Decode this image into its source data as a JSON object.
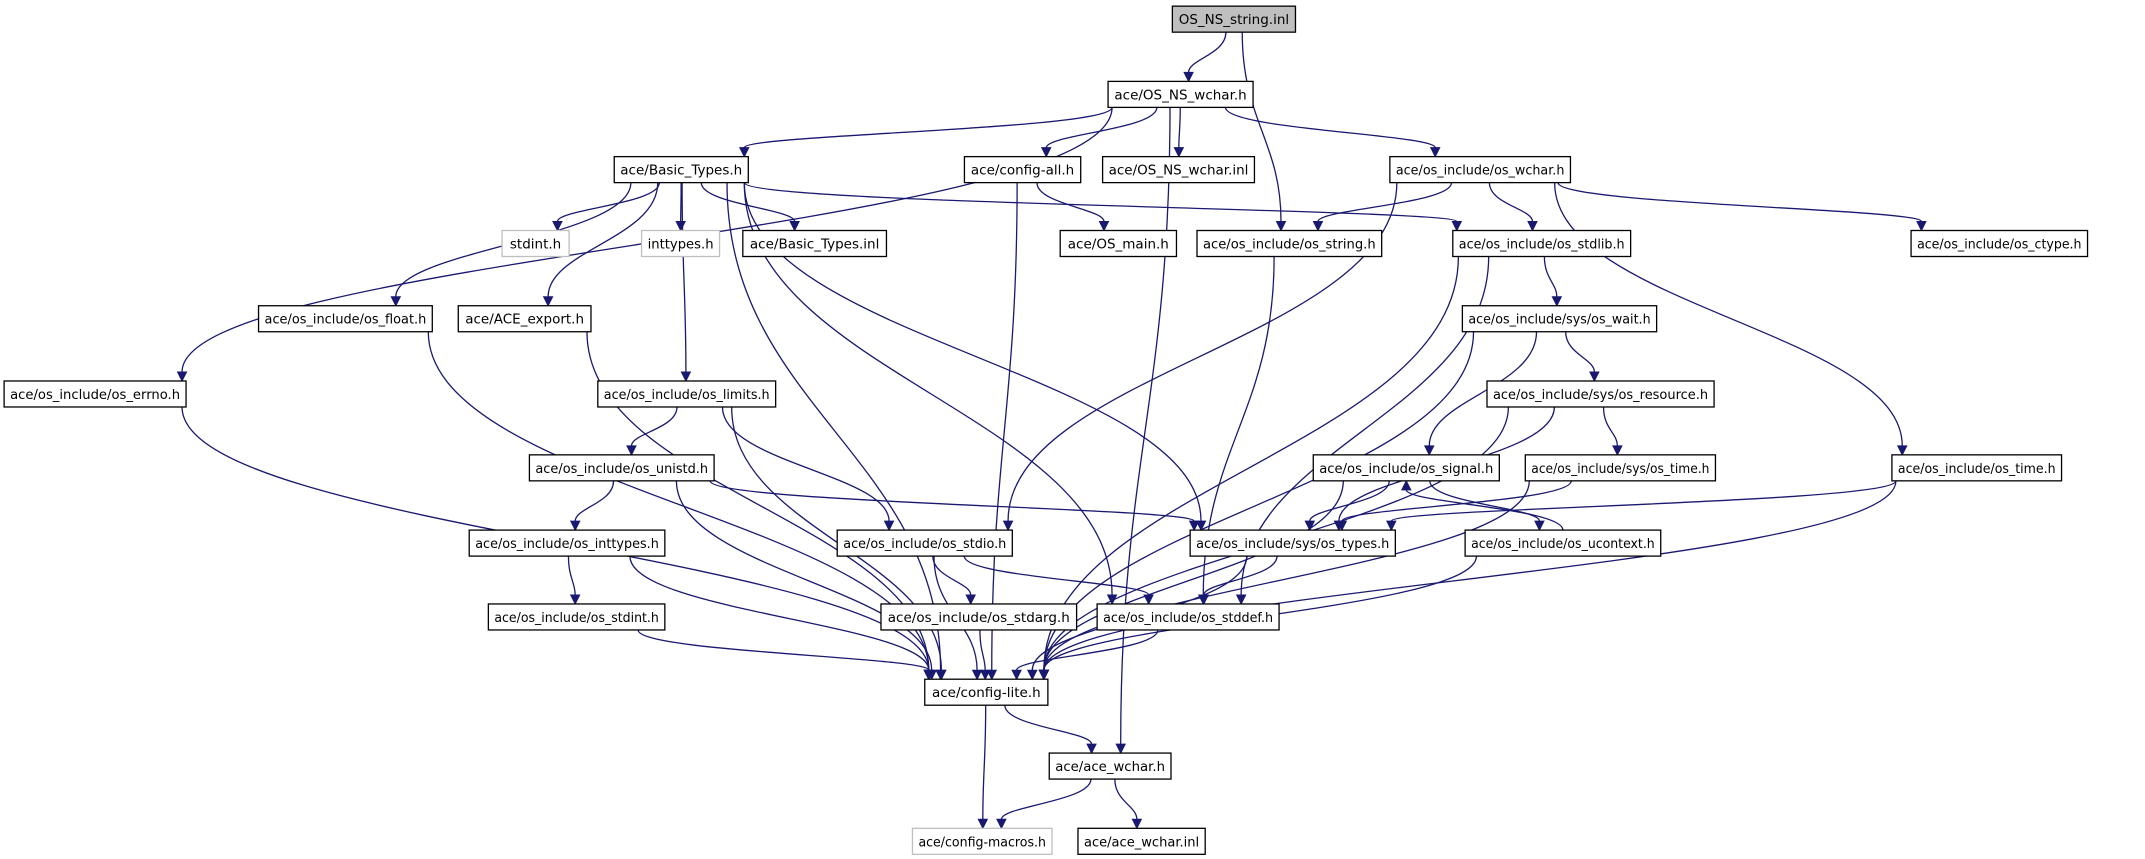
{
  "title": "OS_NS_string.inl",
  "colors": {
    "edge": "#191970",
    "root_fill": "#bfbfbf",
    "missing_border": "#bfbfbf",
    "border": "#000000"
  },
  "nodes": [
    {
      "id": "root",
      "label": "OS_NS_string.inl",
      "kind": "root"
    },
    {
      "id": "os_ns_wchar_h",
      "label": "ace/OS_NS_wchar.h",
      "kind": "normal"
    },
    {
      "id": "basic_types_h",
      "label": "ace/Basic_Types.h",
      "kind": "normal"
    },
    {
      "id": "config_all_h",
      "label": "ace/config-all.h",
      "kind": "normal"
    },
    {
      "id": "os_ns_wchar_inl",
      "label": "ace/OS_NS_wchar.inl",
      "kind": "normal"
    },
    {
      "id": "os_wchar_h",
      "label": "ace/os_include/os_wchar.h",
      "kind": "normal"
    },
    {
      "id": "stdint_h",
      "label": "stdint.h",
      "kind": "missing"
    },
    {
      "id": "inttypes_h",
      "label": "inttypes.h",
      "kind": "missing"
    },
    {
      "id": "basic_types_inl",
      "label": "ace/Basic_Types.inl",
      "kind": "normal"
    },
    {
      "id": "os_main_h",
      "label": "ace/OS_main.h",
      "kind": "normal"
    },
    {
      "id": "os_string_h",
      "label": "ace/os_include/os_string.h",
      "kind": "normal"
    },
    {
      "id": "os_stdlib_h",
      "label": "ace/os_include/os_stdlib.h",
      "kind": "normal"
    },
    {
      "id": "os_ctype_h",
      "label": "ace/os_include/os_ctype.h",
      "kind": "normal"
    },
    {
      "id": "os_float_h",
      "label": "ace/os_include/os_float.h",
      "kind": "normal"
    },
    {
      "id": "ace_export_h",
      "label": "ace/ACE_export.h",
      "kind": "normal"
    },
    {
      "id": "os_wait_h",
      "label": "ace/os_include/sys/os_wait.h",
      "kind": "normal"
    },
    {
      "id": "os_errno_h",
      "label": "ace/os_include/os_errno.h",
      "kind": "normal"
    },
    {
      "id": "os_limits_h",
      "label": "ace/os_include/os_limits.h",
      "kind": "normal"
    },
    {
      "id": "os_resource_h",
      "label": "ace/os_include/sys/os_resource.h",
      "kind": "normal"
    },
    {
      "id": "os_unistd_h",
      "label": "ace/os_include/os_unistd.h",
      "kind": "normal"
    },
    {
      "id": "os_signal_h",
      "label": "ace/os_include/os_signal.h",
      "kind": "normal"
    },
    {
      "id": "sys_os_time_h",
      "label": "ace/os_include/sys/os_time.h",
      "kind": "normal"
    },
    {
      "id": "os_time_h",
      "label": "ace/os_include/os_time.h",
      "kind": "normal"
    },
    {
      "id": "os_inttypes_h",
      "label": "ace/os_include/os_inttypes.h",
      "kind": "normal"
    },
    {
      "id": "os_stdio_h",
      "label": "ace/os_include/os_stdio.h",
      "kind": "normal"
    },
    {
      "id": "os_types_h",
      "label": "ace/os_include/sys/os_types.h",
      "kind": "normal"
    },
    {
      "id": "os_ucontext_h",
      "label": "ace/os_include/os_ucontext.h",
      "kind": "normal"
    },
    {
      "id": "os_stdint_h",
      "label": "ace/os_include/os_stdint.h",
      "kind": "normal"
    },
    {
      "id": "os_stdarg_h",
      "label": "ace/os_include/os_stdarg.h",
      "kind": "normal"
    },
    {
      "id": "os_stddef_h",
      "label": "ace/os_include/os_stddef.h",
      "kind": "normal"
    },
    {
      "id": "config_lite_h",
      "label": "ace/config-lite.h",
      "kind": "normal"
    },
    {
      "id": "ace_wchar_h",
      "label": "ace/ace_wchar.h",
      "kind": "normal"
    },
    {
      "id": "config_macros_h",
      "label": "ace/config-macros.h",
      "kind": "missing"
    },
    {
      "id": "ace_wchar_inl",
      "label": "ace/ace_wchar.inl",
      "kind": "normal"
    }
  ],
  "edges": [
    [
      "root",
      "os_ns_wchar_h"
    ],
    [
      "root",
      "os_string_h"
    ],
    [
      "os_ns_wchar_h",
      "basic_types_h"
    ],
    [
      "os_ns_wchar_h",
      "config_all_h"
    ],
    [
      "os_ns_wchar_h",
      "os_ns_wchar_inl"
    ],
    [
      "os_ns_wchar_h",
      "os_wchar_h"
    ],
    [
      "os_ns_wchar_h",
      "os_errno_h"
    ],
    [
      "os_ns_wchar_h",
      "ace_wchar_h"
    ],
    [
      "basic_types_h",
      "stdint_h"
    ],
    [
      "basic_types_h",
      "inttypes_h"
    ],
    [
      "basic_types_h",
      "basic_types_inl"
    ],
    [
      "basic_types_h",
      "os_float_h"
    ],
    [
      "basic_types_h",
      "ace_export_h"
    ],
    [
      "basic_types_h",
      "os_limits_h"
    ],
    [
      "basic_types_h",
      "os_stdlib_h"
    ],
    [
      "basic_types_h",
      "os_types_h"
    ],
    [
      "basic_types_h",
      "os_stddef_h"
    ],
    [
      "basic_types_h",
      "config_lite_h"
    ],
    [
      "config_all_h",
      "os_main_h"
    ],
    [
      "config_all_h",
      "config_lite_h"
    ],
    [
      "os_wchar_h",
      "os_string_h"
    ],
    [
      "os_wchar_h",
      "os_stdlib_h"
    ],
    [
      "os_wchar_h",
      "os_ctype_h"
    ],
    [
      "os_wchar_h",
      "os_stdio_h"
    ],
    [
      "os_wchar_h",
      "os_time_h"
    ],
    [
      "os_string_h",
      "os_stddef_h"
    ],
    [
      "os_stdlib_h",
      "os_wait_h"
    ],
    [
      "os_stdlib_h",
      "os_stddef_h"
    ],
    [
      "os_stdlib_h",
      "config_lite_h"
    ],
    [
      "os_float_h",
      "config_lite_h"
    ],
    [
      "ace_export_h",
      "config_lite_h"
    ],
    [
      "os_wait_h",
      "os_resource_h"
    ],
    [
      "os_wait_h",
      "os_signal_h"
    ],
    [
      "os_wait_h",
      "config_lite_h"
    ],
    [
      "os_errno_h",
      "config_lite_h"
    ],
    [
      "os_limits_h",
      "os_unistd_h"
    ],
    [
      "os_limits_h",
      "os_stdio_h"
    ],
    [
      "os_limits_h",
      "config_lite_h"
    ],
    [
      "os_resource_h",
      "sys_os_time_h"
    ],
    [
      "os_resource_h",
      "os_types_h"
    ],
    [
      "os_resource_h",
      "config_lite_h"
    ],
    [
      "os_unistd_h",
      "os_inttypes_h"
    ],
    [
      "os_unistd_h",
      "os_types_h"
    ],
    [
      "os_unistd_h",
      "config_lite_h"
    ],
    [
      "os_signal_h",
      "os_types_h"
    ],
    [
      "os_signal_h",
      "os_ucontext_h"
    ],
    [
      "os_signal_h",
      "config_lite_h"
    ],
    [
      "sys_os_time_h",
      "os_types_h"
    ],
    [
      "sys_os_time_h",
      "config_lite_h"
    ],
    [
      "os_time_h",
      "os_types_h"
    ],
    [
      "os_time_h",
      "config_lite_h"
    ],
    [
      "os_inttypes_h",
      "os_stdint_h"
    ],
    [
      "os_inttypes_h",
      "config_lite_h"
    ],
    [
      "os_stdio_h",
      "os_stdarg_h"
    ],
    [
      "os_stdio_h",
      "os_stddef_h"
    ],
    [
      "os_stdio_h",
      "config_lite_h"
    ],
    [
      "os_types_h",
      "os_stddef_h"
    ],
    [
      "os_types_h",
      "config_lite_h"
    ],
    [
      "os_ucontext_h",
      "os_signal_h"
    ],
    [
      "os_ucontext_h",
      "config_lite_h"
    ],
    [
      "os_stdint_h",
      "config_lite_h"
    ],
    [
      "os_stdarg_h",
      "config_lite_h"
    ],
    [
      "os_stddef_h",
      "config_lite_h"
    ],
    [
      "config_lite_h",
      "config_macros_h"
    ],
    [
      "config_lite_h",
      "ace_wchar_h"
    ],
    [
      "ace_wchar_h",
      "config_macros_h"
    ],
    [
      "ace_wchar_h",
      "ace_wchar_inl"
    ]
  ]
}
